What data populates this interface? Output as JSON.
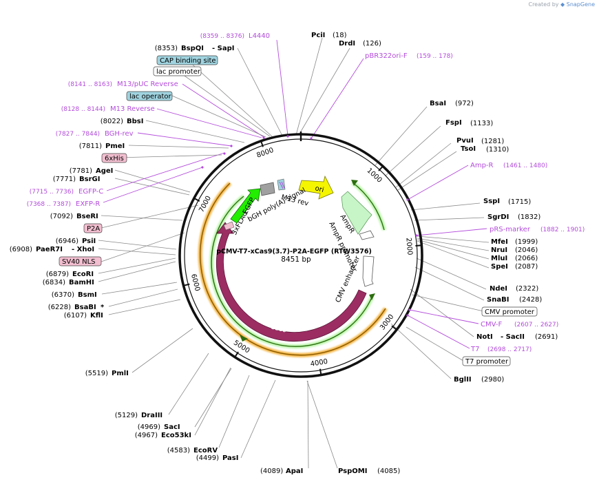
{
  "credit": {
    "prefix": "Created by",
    "brand": "SnapGene"
  },
  "plasmid": {
    "name": "pCMV-T7-xCas9(3.7)-P2A-EGFP (RTW3576)",
    "size_label": "8451 bp",
    "length": 8451
  },
  "ticks": [
    "1000",
    "2000",
    "3000",
    "4000",
    "5000",
    "6000",
    "7000",
    "8000"
  ],
  "enzymes_right": [
    {
      "name": "PciI",
      "pos": "(18)"
    },
    {
      "name": "DrdI",
      "pos": "(126)"
    },
    {
      "name": "BsaI",
      "pos": "(972)"
    },
    {
      "name": "FspI",
      "pos": "(1133)"
    },
    {
      "name": "PvuI",
      "pos": "(1281)"
    },
    {
      "name": "TsoI",
      "pos": "(1310)"
    },
    {
      "name": "SspI",
      "pos": "(1715)"
    },
    {
      "name": "SgrDI",
      "pos": "(1832)"
    },
    {
      "name": "MfeI",
      "pos": "(1999)"
    },
    {
      "name": "NruI",
      "pos": "(2046)"
    },
    {
      "name": "MluI",
      "pos": "(2066)"
    },
    {
      "name": "SpeI",
      "pos": "(2087)"
    },
    {
      "name": "NdeI",
      "pos": "(2322)"
    },
    {
      "name": "SnaBI",
      "pos": "(2428)"
    },
    {
      "name": "NotI",
      "suffix": "- SacII",
      "pos": "(2691)"
    },
    {
      "name": "BglII",
      "pos": "(2980)"
    }
  ],
  "enzymes_bottom": [
    {
      "name": "ApaI",
      "pos": "(4089)"
    },
    {
      "name": "PspOMI",
      "pos": "(4085)"
    }
  ],
  "enzymes_left": [
    {
      "name": "BspQI",
      "suffix": "- SapI",
      "pos": "(8353)"
    },
    {
      "name": "BbsI",
      "pos": "(8022)"
    },
    {
      "name": "PmeI",
      "pos": "(7811)"
    },
    {
      "name": "AgeI",
      "pos": "(7781)"
    },
    {
      "name": "BsrGI",
      "pos": "(7771)"
    },
    {
      "name": "BseRI",
      "pos": "(7092)"
    },
    {
      "name": "PsiI",
      "pos": "(6946)"
    },
    {
      "name": "PaeR7I",
      "suffix": "- XhoI",
      "pos": "(6908)"
    },
    {
      "name": "EcoRI",
      "pos": "(6879)"
    },
    {
      "name": "BamHI",
      "pos": "(6834)"
    },
    {
      "name": "BsmI",
      "pos": "(6370)"
    },
    {
      "name": "BsaBI",
      "suffix": "*",
      "pos": "(6228)"
    },
    {
      "name": "KflI",
      "pos": "(6107)"
    },
    {
      "name": "PmlI",
      "pos": "(5519)"
    },
    {
      "name": "DraIII",
      "pos": "(5129)"
    },
    {
      "name": "SacI",
      "pos": "(4969)"
    },
    {
      "name": "Eco53kI",
      "pos": "(4967)"
    },
    {
      "name": "EcoRV",
      "pos": "(4583)"
    },
    {
      "name": "PasI",
      "pos": "(4499)"
    }
  ],
  "primers": [
    {
      "name": "L4440",
      "pos": "(8359 .. 8376)"
    },
    {
      "name": "pBR322ori-F",
      "pos": "(159 .. 178)"
    },
    {
      "name": "M13/pUC Reverse",
      "pos": "(8141 .. 8163)"
    },
    {
      "name": "M13 Reverse",
      "pos": "(8128 .. 8144)"
    },
    {
      "name": "BGH-rev",
      "pos": "(7827 .. 7844)"
    },
    {
      "name": "EGFP-C",
      "pos": "(7715 .. 7736)"
    },
    {
      "name": "EXFP-R",
      "pos": "(7368 .. 7387)"
    },
    {
      "name": "Amp-R",
      "pos": "(1461 .. 1480)"
    },
    {
      "name": "pRS-marker",
      "pos": "(1882 .. 1901)"
    },
    {
      "name": "CMV-F",
      "pos": "(2607 .. 2627)"
    },
    {
      "name": "T7",
      "pos": "(2698 .. 2717)"
    }
  ],
  "boxed_labels": {
    "cap": "CAP binding site",
    "lacprom": "lac promoter",
    "lacop": "lac operator",
    "his": "6xHis",
    "p2a": "P2A",
    "sv40": "SV40 NLS",
    "cmvprom": "CMV promoter",
    "t7prom": "T7 promoter"
  },
  "features": {
    "ori": "ori",
    "ampr": "AmpR",
    "ampr_prom": "AmpR promoter",
    "cmv_enh": "CMV enhancer",
    "cas9": "Cas9",
    "egfp": "EGFP",
    "bgh": "bGH poly(A) signal",
    "m13": "M13 rev",
    "flag": "3xFLAG"
  },
  "colors": {
    "primer": "#b34bdb",
    "box_blue": "#9fd3df",
    "box_pink": "#f2bfd0",
    "ori": "#f5f500",
    "ampr": "#c8f5c8",
    "cas9": "#9b2d63",
    "egfp": "#22ee00",
    "orf_orange": "#f3b341",
    "orf_green": "#3f8f1c"
  }
}
